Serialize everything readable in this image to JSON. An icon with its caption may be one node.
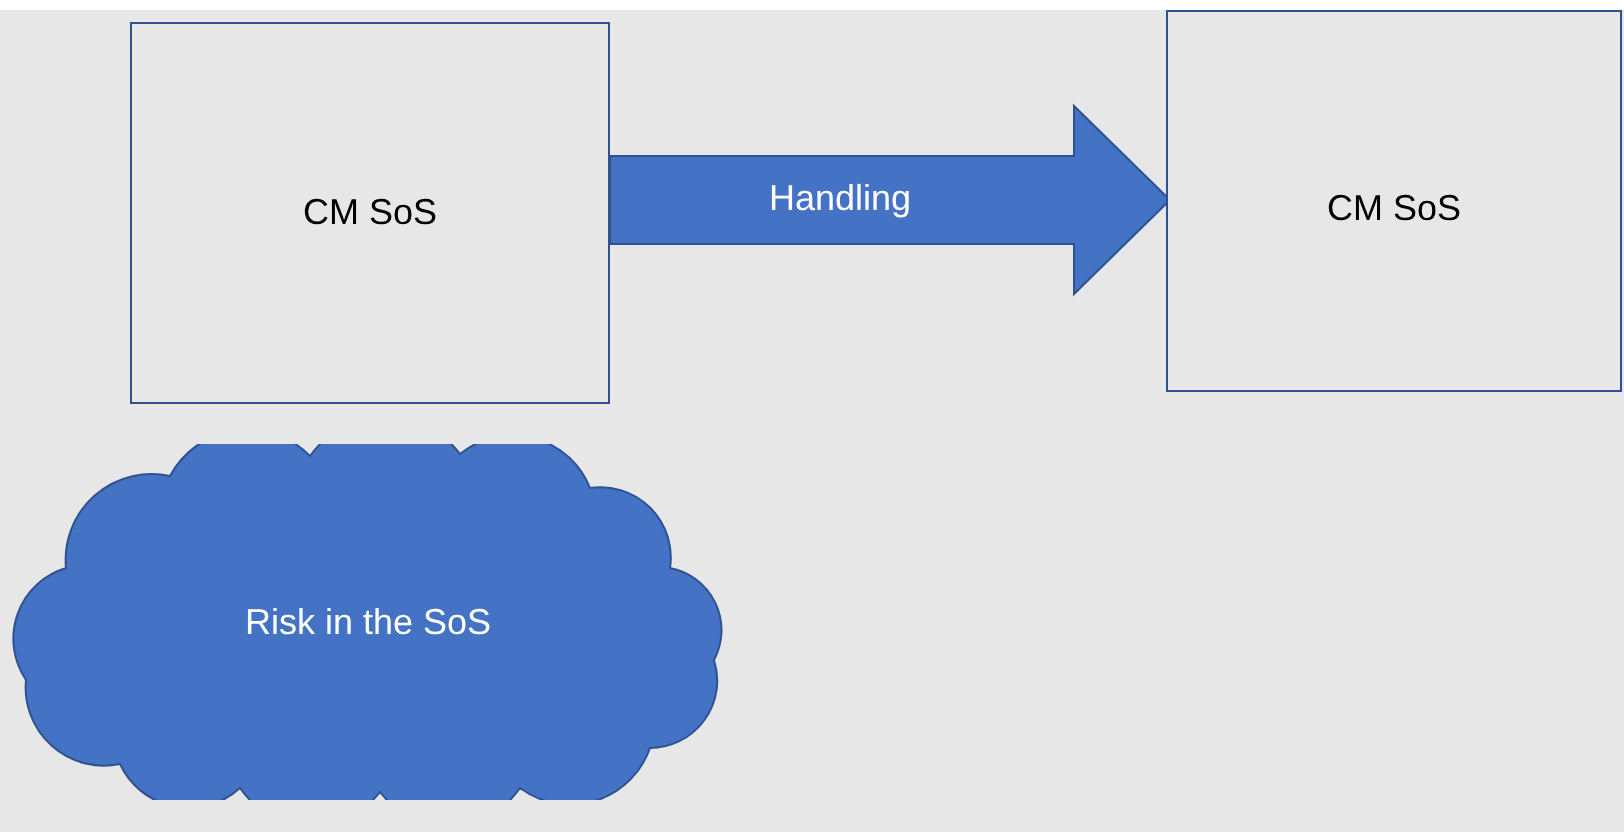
{
  "diagram": {
    "nodes": [
      {
        "text": [
          "CM SoS"
        ]
      },
      {
        "text": [
          "CM SoS"
        ]
      },
      {
        "text": [
          "Risk in the SoS"
        ]
      }
    ],
    "edges": [
      {
        "from": 0,
        "to": 1,
        "arrow": "to",
        "label": "Handling",
        "style": "thick",
        "color": "#4472c4"
      }
    ]
  }
}
